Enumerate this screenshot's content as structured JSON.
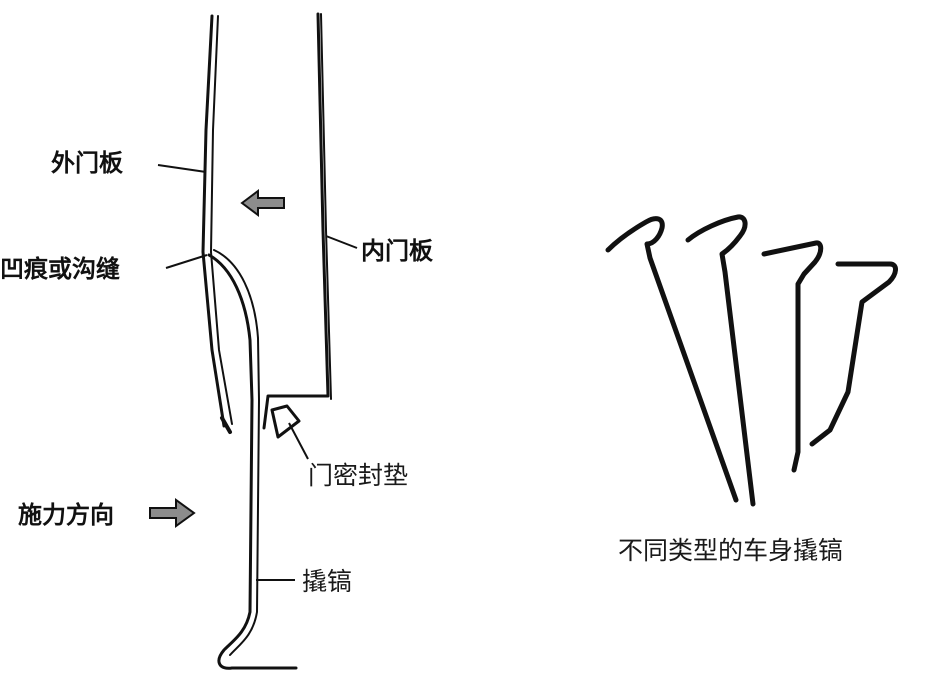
{
  "labels": {
    "outer_door_panel": "外门板",
    "dent_or_crease": "凹痕或沟缝",
    "inner_door_panel": "内门板",
    "door_seal": "门密封垫",
    "force_direction": "施力方向",
    "pry_bar": "撬镐",
    "caption": "不同类型的车身撬镐"
  },
  "colors": {
    "ink": "#111111",
    "arrow_fill": "#8c8c8c",
    "background": "#ffffff"
  },
  "icons": {
    "inner_arrow": "left-arrow-icon",
    "force_arrow": "right-arrow-icon"
  }
}
